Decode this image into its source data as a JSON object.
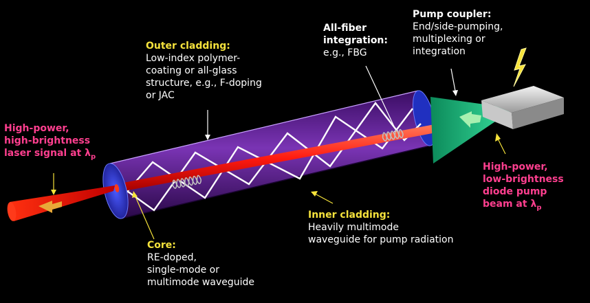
{
  "colors": {
    "label_yellow": "#f5e23c",
    "label_pink": "#ff3f8f",
    "label_white": "#ffffff",
    "core_red": "#ff2a1a",
    "cladding_purple": "#5a1a8c",
    "endcap_blue": "#2a3ad8",
    "coupler_green": "#14c47a"
  },
  "labels": {
    "outer_cladding": {
      "title": "Outer cladding:",
      "lines": [
        "Low-index polymer-",
        "coating or all-glass",
        "structure, e.g., F-doping",
        "or JAC"
      ]
    },
    "all_fiber": {
      "title_lines": [
        "All-fiber",
        "integration:"
      ],
      "lines": [
        "e.g., FBG"
      ]
    },
    "pump_coupler": {
      "title": "Pump coupler:",
      "lines": [
        "End/side-pumping,",
        "multiplexing or",
        "integration"
      ]
    },
    "high_power_signal": {
      "lines": [
        "High-power,",
        "high-brightness",
        "laser signal at λ"
      ],
      "subscript": "p"
    },
    "high_power_pump": {
      "lines": [
        "High-power,",
        "low-brightness",
        "diode pump",
        "beam at λ"
      ],
      "subscript": "p"
    },
    "inner_cladding": {
      "title": "Inner cladding:",
      "lines": [
        "Heavily multimode",
        "waveguide for pump radiation"
      ]
    },
    "core": {
      "title": "Core:",
      "lines": [
        "RE-doped,",
        "single-mode or",
        "multimode waveguide"
      ]
    }
  }
}
